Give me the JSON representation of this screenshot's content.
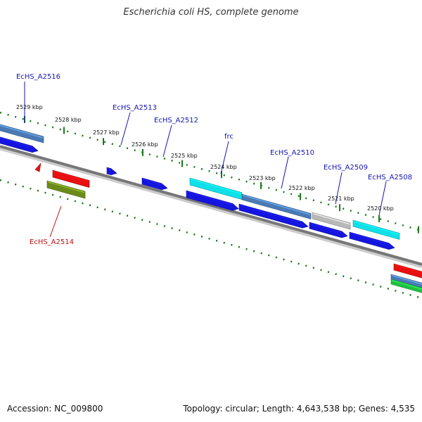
{
  "title": "Escherichia coli HS, complete genome",
  "footer": {
    "accession": "Accession: NC_009800",
    "topology": "Topology: circular; Length: 4,643,538 bp; Genes: 4,535"
  },
  "colors": {
    "backbone": "#777777",
    "tick": "#1a7a1a",
    "label_blue": "#1515b0",
    "label_red": "#c01010",
    "blue": "#1515e0",
    "cyan": "#10e0e8",
    "steel": "#4a7ab5",
    "gray": "#b8b8b8",
    "red": "#e81010",
    "olive": "#6b8a1a",
    "green": "#20c040"
  },
  "kbp_labels": [
    "2529 kbp",
    "2528 kbp",
    "2527 kbp",
    "2526 kbp",
    "2525 kbp",
    "2524 kbp",
    "2523 kbp",
    "2522 kbp",
    "2521 kbp",
    "2520 kbp"
  ],
  "gene_labels": [
    {
      "text": "EcHS_A2516",
      "color_key": "label_blue"
    },
    {
      "text": "EcHS_A2513",
      "color_key": "label_blue"
    },
    {
      "text": "EcHS_A2512",
      "color_key": "label_blue"
    },
    {
      "text": "frc",
      "color_key": "label_blue"
    },
    {
      "text": "EcHS_A2510",
      "color_key": "label_blue"
    },
    {
      "text": "EcHS_A2509",
      "color_key": "label_blue"
    },
    {
      "text": "EcHS_A2508",
      "color_key": "label_blue"
    },
    {
      "text": "EcHS_A2514",
      "color_key": "label_red"
    }
  ],
  "genes": [
    {
      "color_key": "steel"
    },
    {
      "color_key": "blue"
    },
    {
      "color_key": "red"
    },
    {
      "color_key": "red"
    },
    {
      "color_key": "olive"
    },
    {
      "color_key": "blue"
    },
    {
      "color_key": "blue"
    },
    {
      "color_key": "cyan"
    },
    {
      "color_key": "blue"
    },
    {
      "color_key": "steel"
    },
    {
      "color_key": "blue"
    },
    {
      "color_key": "gray"
    },
    {
      "color_key": "blue"
    },
    {
      "color_key": "cyan"
    },
    {
      "color_key": "blue"
    },
    {
      "color_key": "red"
    },
    {
      "color_key": "steel"
    },
    {
      "color_key": "green"
    }
  ]
}
